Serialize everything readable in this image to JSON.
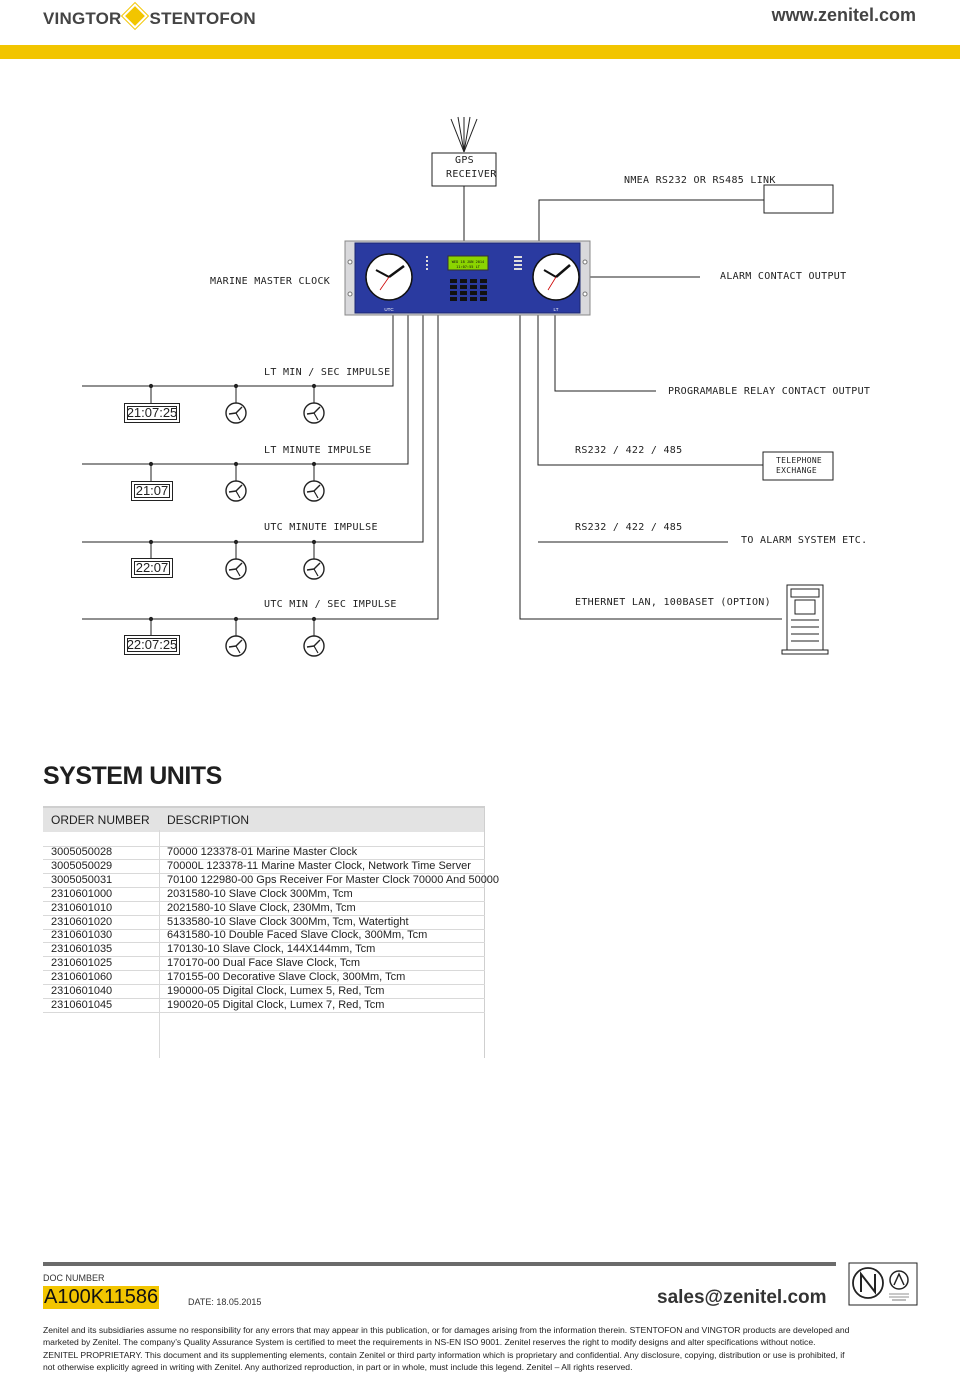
{
  "header": {
    "brand_left": "VINGTOR",
    "brand_right": "STENTOFON",
    "url": "www.zenitel.com"
  },
  "diagram": {
    "gps_label": "GPS",
    "gps_label2": "RECEIVER",
    "nmea_label": "NMEA RS232 OR RS485 LINK",
    "master_clock_label": "MARINE MASTER CLOCK",
    "alarm_contact_label": "ALARM CONTACT OUTPUT",
    "relay_label": "PROGRAMABLE RELAY CONTACT OUTPUT",
    "rs232_1_label": "RS232 / 422 / 485",
    "rs232_2_label": "RS232 / 422 / 485",
    "telephone_label1": "TELEPHONE",
    "telephone_label2": "EXCHANGE",
    "alarm_system_label": "TO ALARM SYSTEM ETC.",
    "ethernet_label": "ETHERNET LAN, 100BASET (OPTION)",
    "lines": [
      {
        "label": "LT MIN / SEC IMPULSE",
        "display": "21:07:25"
      },
      {
        "label": "LT MINUTE IMPULSE",
        "display": "21:07"
      },
      {
        "label": "UTC MINUTE IMPULSE",
        "display": "22:07"
      },
      {
        "label": "UTC MIN / SEC IMPULSE",
        "display": "22:07:25"
      }
    ],
    "panel_left_caption": "UTC",
    "panel_right_caption": "LT",
    "panel_lcd_line1": "WED 18 JUN 2014",
    "panel_lcd_line2": "11:07:55 LT"
  },
  "system_units": {
    "title": "SYSTEM UNITS",
    "col_order": "ORDER NUMBER",
    "col_desc": "DESCRIPTION",
    "rows": [
      {
        "order": "3005050028",
        "desc": "70000 123378-01 Marine Master Clock"
      },
      {
        "order": "3005050029",
        "desc": "70000L 123378-11 Marine Master Clock, Network Time Server"
      },
      {
        "order": "3005050031",
        "desc": "70100 122980-00 Gps Receiver For Master Clock 70000 And 50000"
      },
      {
        "order": "2310601000",
        "desc": "2031580-10 Slave Clock 300Mm, Tcm"
      },
      {
        "order": "2310601010",
        "desc": "2021580-10 Slave Clock, 230Mm, Tcm"
      },
      {
        "order": "2310601020",
        "desc": "5133580-10 Slave Clock 300Mm, Tcm, Watertight"
      },
      {
        "order": "2310601030",
        "desc": "6431580-10 Double Faced Slave Clock, 300Mm, Tcm"
      },
      {
        "order": "2310601035",
        "desc": "170130-10 Slave Clock, 144X144mm, Tcm"
      },
      {
        "order": "2310601025",
        "desc": "170170-00 Dual Face Slave Clock, Tcm"
      },
      {
        "order": "2310601060",
        "desc": "170155-00 Decorative Slave Clock, 300Mm, Tcm"
      },
      {
        "order": "2310601040",
        "desc": "190000-05 Digital Clock, Lumex 5, Red, Tcm"
      },
      {
        "order": "2310601045",
        "desc": "190020-05 Digital Clock, Lumex 7, Red, Tcm"
      }
    ]
  },
  "footer": {
    "doc_number_label": "DOC NUMBER",
    "doc_number": "A100K11586",
    "date": "DATE: 18.05.2015",
    "sales_email": "sales@zenitel.com",
    "disclaimer_1": "Zenitel and its subsidiaries assume no responsibility for any errors that may appear in this publication, or for damages arising from the information therein. STENTOFON and VINGTOR products are developed and",
    "disclaimer_2": "marketed by Zenitel. The company’s Quality Assurance System is certified to meet the requirements in NS-EN ISO 9001. Zenitel reserves the right to modify designs and alter specifications without notice.",
    "disclaimer_3": "ZENITEL PROPRIETARY. This document and its supplementing elements, contain Zenitel or third party information which is proprietary and confidential. Any disclosure, copying, distribution or use is prohibited, if",
    "disclaimer_4": "not otherwise explicitly agreed in writing with Zenitel. Any authorized reproduction, in part or in whole, must include this legend. Zenitel – All rights reserved."
  },
  "colors": {
    "accent_yellow": "#f2c500",
    "panel_blue": "#2a3aa0",
    "lcd_green": "#8bd400"
  },
  "icons": [
    "diamond-logo-icon",
    "antenna-icon",
    "slave-clock-icon",
    "server-icon",
    "certification-mark-icon"
  ]
}
